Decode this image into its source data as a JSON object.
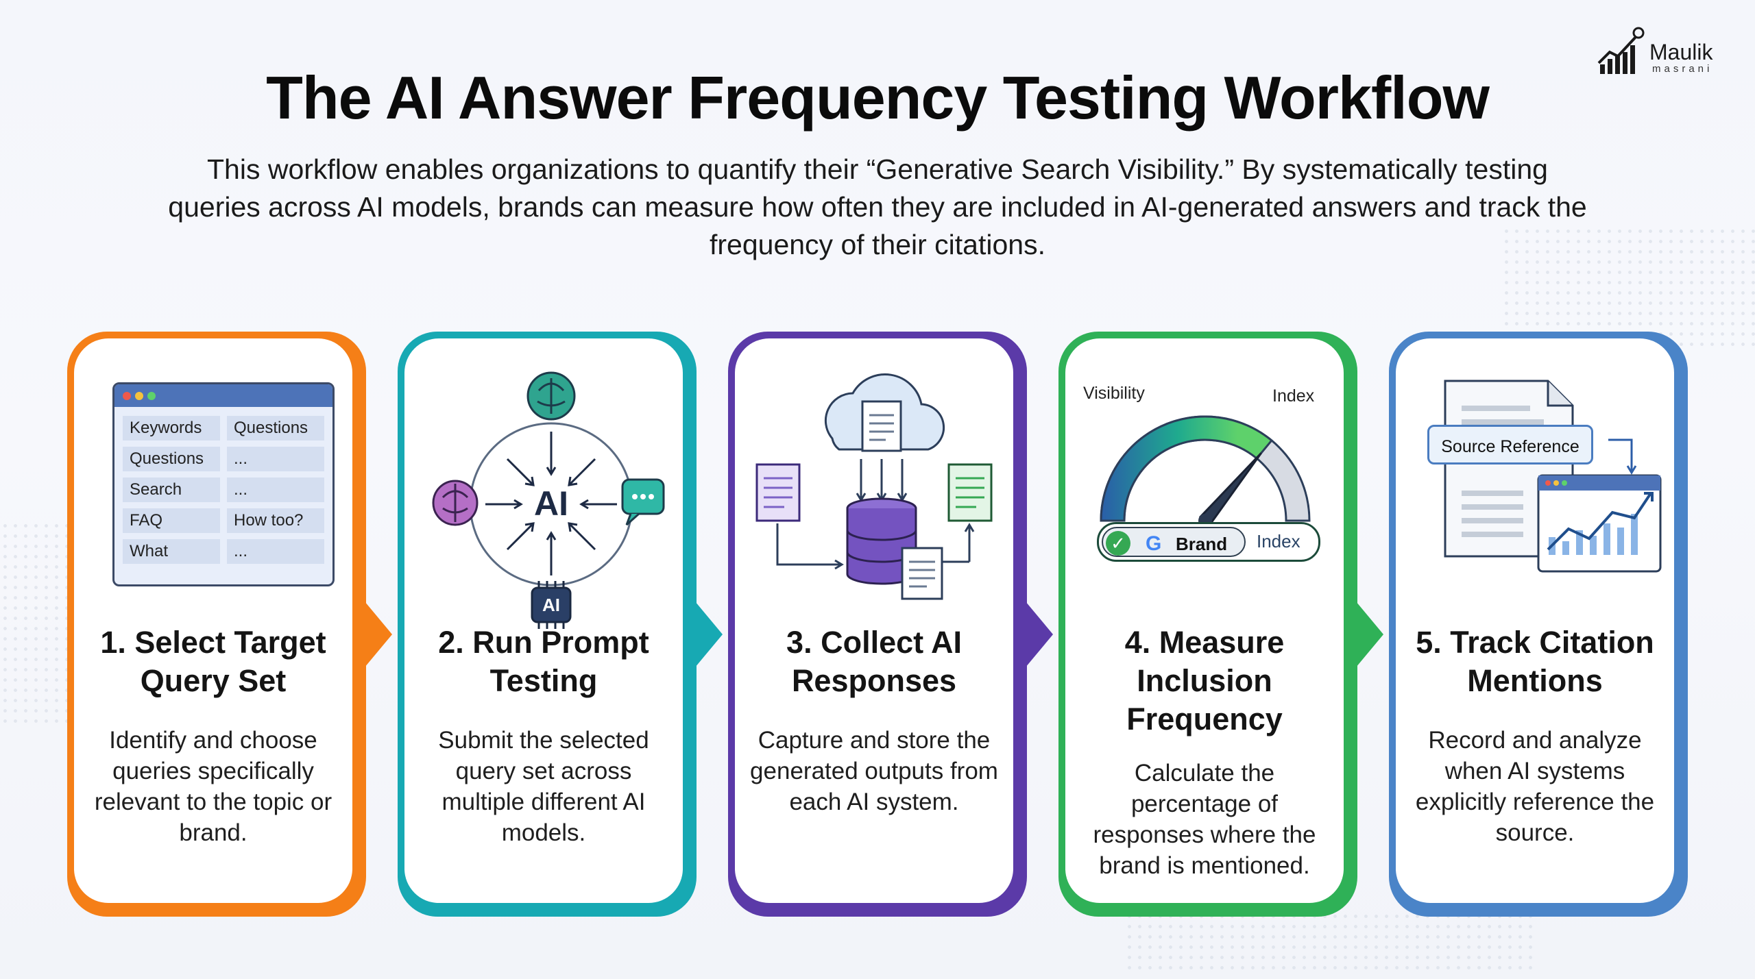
{
  "header": {
    "title": "The AI Answer Frequency Testing Workflow",
    "subtitle": "This workflow enables organizations to quantify their “Generative Search Visibility.” By systematically testing queries across AI models, brands can measure how often they are included in AI-generated answers and track the frequency of their citations."
  },
  "logo": {
    "name": "Maulik",
    "sub": "masrani"
  },
  "steps": [
    {
      "title": "1. Select Target Query Set",
      "description": "Identify and choose queries specifically relevant to the topic or brand.",
      "color": "#f57f17"
    },
    {
      "title": "2. Run Prompt Testing",
      "description": "Submit the selected query set across multiple different AI models.",
      "color": "#17a9b3"
    },
    {
      "title": "3. Collect AI Responses",
      "description": "Capture and store the generated outputs from each AI system.",
      "color": "#5b3aa8"
    },
    {
      "title": "4. Measure Inclusion Frequency",
      "description": "Calculate the percentage of responses where the brand is mentioned.",
      "color": "#2fb157"
    },
    {
      "title": "5. Track Citation Mentions",
      "description": "Record and analyze when AI systems explicitly reference the source.",
      "color": "#4a84c8"
    }
  ],
  "query_table": {
    "cells": [
      "Keywords",
      "Questions",
      "Questions",
      "...",
      "Search",
      "...",
      "FAQ",
      "How too?",
      "What",
      "..."
    ]
  },
  "ai_hub": {
    "center_label": "AI",
    "chip_label": "AI"
  },
  "gauge": {
    "label_left": "Visibility",
    "label_right": "Index",
    "level": 0.72
  },
  "brand_pill": {
    "g": "G",
    "brand": "Brand",
    "index": "Index"
  },
  "citation": {
    "source_label": "Source Reference"
  }
}
